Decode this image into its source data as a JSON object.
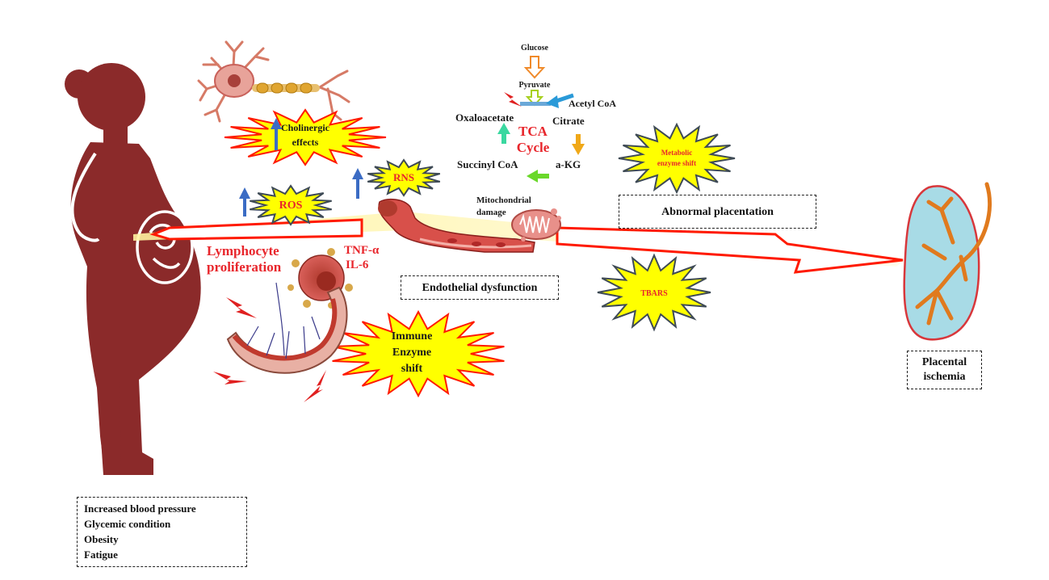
{
  "tca": {
    "glucose": "Glucose",
    "pyruvate": "Pyruvate",
    "acetyl_coa": "Acetyl CoA",
    "oxaloacetate": "Oxaloacetate",
    "citrate": "Citrate",
    "title_line1": "TCA",
    "title_line2": "Cycle",
    "succinyl_coa": "Succinyl CoA",
    "a_kg": "a-KG"
  },
  "bursts": {
    "cholinergic_line1": "Cholinergic",
    "cholinergic_line2": "effects",
    "ros": "ROS",
    "rns": "RNS",
    "metabolic_line1": "Metabolic",
    "metabolic_line2": "enzyme shift",
    "tbars": "TBARS",
    "immune_line1": "Immune",
    "immune_line2": "Enzyme",
    "immune_line3": "shift"
  },
  "labels": {
    "mito_line1": "Mitochondrial",
    "mito_line2": "damage",
    "lymph_line1": "Lymphocyte",
    "lymph_line2": "proliferation",
    "tnf": "TNF-α",
    "il6": "IL-6"
  },
  "boxes": {
    "abnormal_placentation": "Abnormal placentation",
    "endothelial": "Endothelial dysfunction",
    "placental_line1": "Placental",
    "placental_line2": "ischemia",
    "symptoms": [
      "Increased blood pressure",
      "Glycemic condition",
      "Obesity",
      "Fatigue"
    ]
  },
  "colors": {
    "silhouette": "#8b2a2a",
    "burst_fill": "#ffff00",
    "burst_red_edge": "#ff1a00",
    "burst_dark_edge": "#3e4a55",
    "arrow_red": "#ff1a00",
    "up_arrow_blue": "#3b6cc4",
    "tca_red": "#e8262c",
    "placenta_blue": "#a8dbe6",
    "placenta_vessel": "#e07a1e"
  }
}
